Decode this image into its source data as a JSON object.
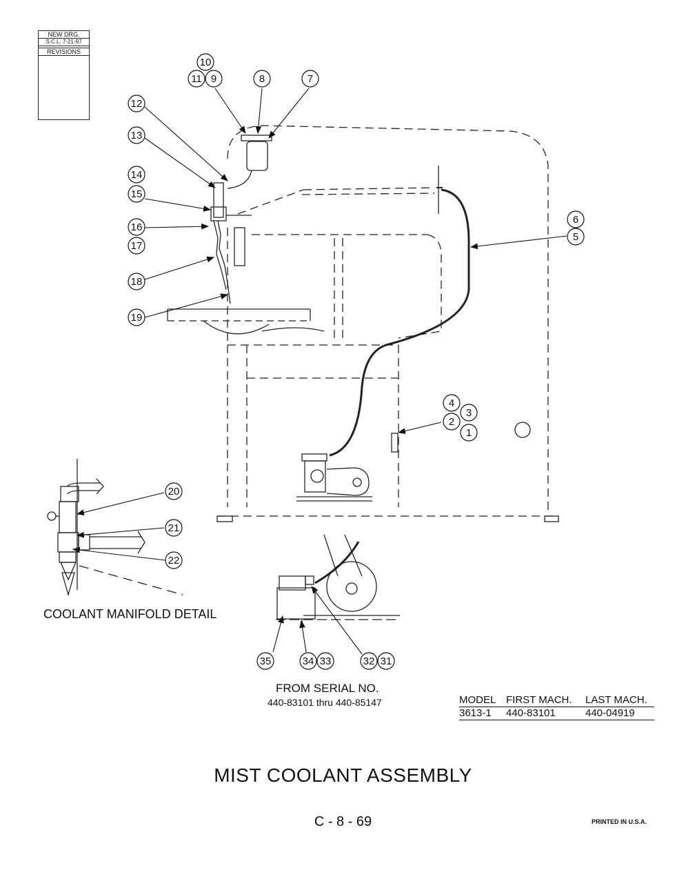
{
  "revision_block": {
    "line1": "NEW DRG.",
    "line2": "S.C.L.  7-21-97",
    "line3": "REVISIONS"
  },
  "callouts": [
    "1",
    "2",
    "3",
    "4",
    "5",
    "6",
    "7",
    "8",
    "9",
    "10",
    "11",
    "12",
    "13",
    "14",
    "15",
    "16",
    "17",
    "18",
    "19",
    "20",
    "21",
    "22",
    "31",
    "32",
    "33",
    "34",
    "35"
  ],
  "detail_label": "COOLANT MANIFOLD DETAIL",
  "serial": {
    "heading": "FROM SERIAL NO.",
    "range": "440-83101 thru 440-85147"
  },
  "model_table": {
    "headers": [
      "MODEL",
      "FIRST MACH.",
      "LAST MACH."
    ],
    "row": [
      "3613-1",
      "440-83101",
      "440-04919"
    ]
  },
  "title": "MIST COOLANT ASSEMBLY",
  "page_number": "C - 8 - 69",
  "printed": "PRINTED IN U.S.A."
}
